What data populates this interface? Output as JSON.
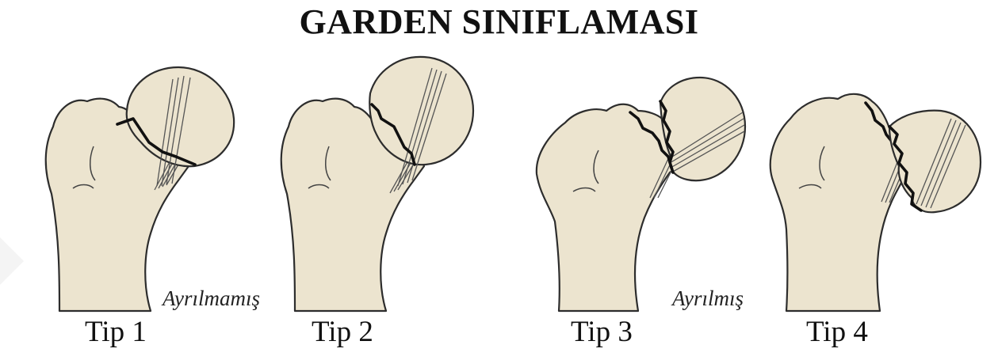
{
  "title": "GARDEN SINIFLAMASI",
  "group_labels": {
    "undisplaced": "Ayrılmamış",
    "displaced": "Ayrılmış"
  },
  "types": [
    {
      "label": "Tip 1"
    },
    {
      "label": "Tip 2"
    },
    {
      "label": "Tip 3"
    },
    {
      "label": "Tip 4"
    }
  ],
  "colors": {
    "bone_fill": "#ece4cf",
    "outline": "#2d2d2d",
    "fracture_line": "#111111"
  }
}
